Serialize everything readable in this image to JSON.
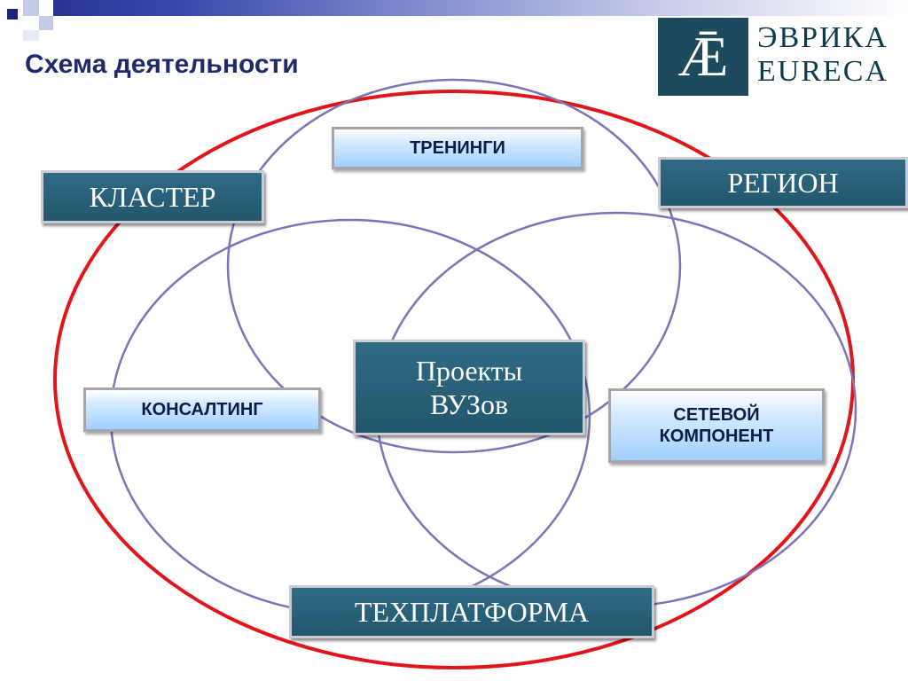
{
  "title": "Схема деятельности",
  "logo": {
    "mark": "Ǣ",
    "line1": "ЭВРИКА",
    "line2": "EURECA"
  },
  "colors": {
    "outer_ellipse": "#e0161b",
    "inner_circles": "#7b75b8",
    "dark_box": "#2a6279",
    "light_box": "#a8d4ff",
    "title": "#1f2a6b"
  },
  "boxes": {
    "cluster": "КЛАСТЕР",
    "trainings": "ТРЕНИНГИ",
    "region": "РЕГИОН",
    "center": "Проекты ВУЗов",
    "consulting": "КОНСАЛТИНГ",
    "network": "СЕТЕВОЙ КОМПОНЕНТ",
    "techplatform": "ТЕХПЛАТФОРМА"
  }
}
